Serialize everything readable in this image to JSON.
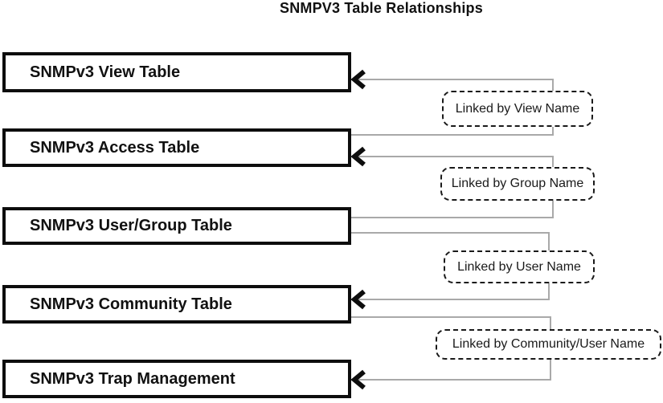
{
  "title": "SNMPV3 Table Relationships",
  "boxes": [
    {
      "label": "SNMPv3 View Table"
    },
    {
      "label": "SNMPv3 Access Table"
    },
    {
      "label": "SNMPv3 User/Group Table"
    },
    {
      "label": "SNMPv3 Community Table"
    },
    {
      "label": "SNMPv3 Trap Management"
    }
  ],
  "links": [
    {
      "label": "Linked by View Name",
      "from": "SNMPv3 Access Table",
      "arrow_into": "SNMPv3 View Table"
    },
    {
      "label": "Linked by Group Name",
      "from": "SNMPv3 User/Group Table",
      "arrow_into": "SNMPv3 Access Table"
    },
    {
      "label": "Linked by User Name",
      "from": "SNMPv3 User/Group Table",
      "arrow_into": "SNMPv3 Community Table"
    },
    {
      "label": "Linked by Community/User Name",
      "from": "SNMPv3 Community Table",
      "arrow_into": "SNMPv3 Trap Management"
    }
  ],
  "colors": {
    "connector_line": "#a9a9a9",
    "box_border": "#0d0d0d",
    "bubble_border": "#1a1a1a",
    "text": "#111111",
    "background": "#ffffff"
  }
}
